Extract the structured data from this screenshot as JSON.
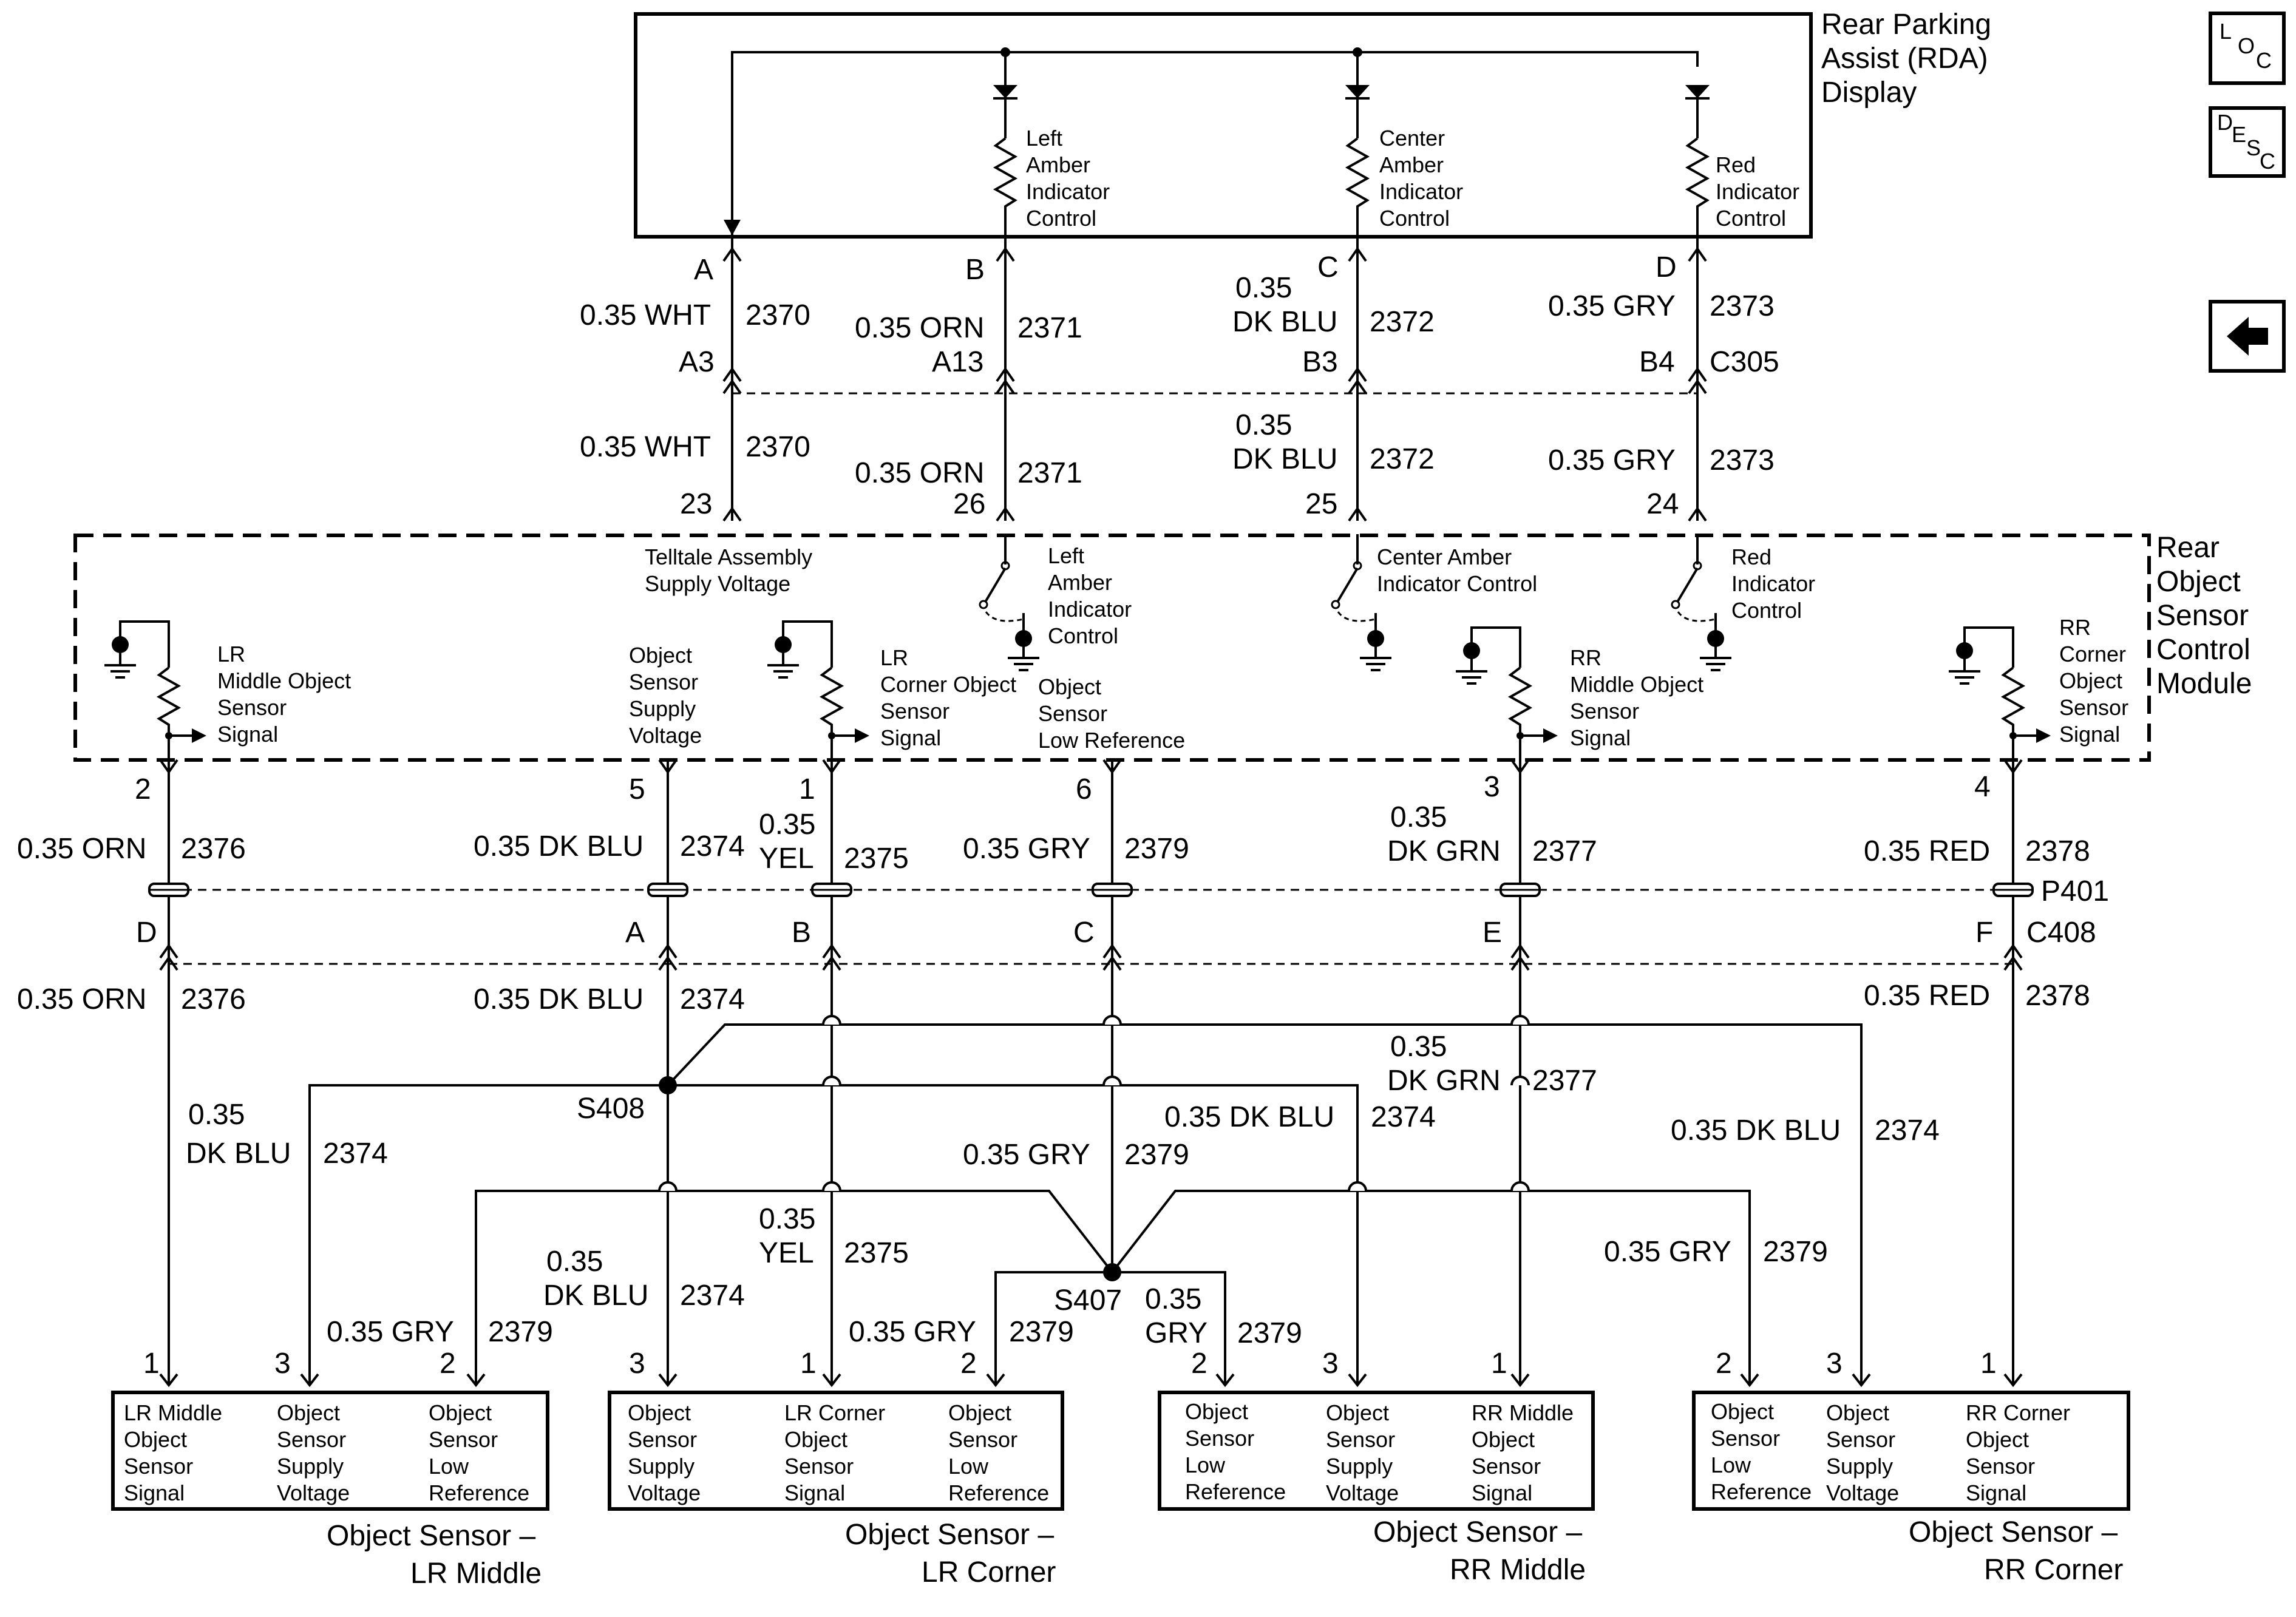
{
  "nav": {
    "loc": [
      "L",
      "O",
      "C"
    ],
    "desc": [
      "D",
      "E",
      "S",
      "C"
    ]
  },
  "rda": {
    "title": [
      "Rear Parking",
      "Assist (RDA)",
      "Display"
    ],
    "left": [
      "Left",
      "Amber",
      "Indicator",
      "Control"
    ],
    "center": [
      "Center",
      "Amber",
      "Indicator",
      "Control"
    ],
    "red": [
      "Red",
      "Indicator",
      "Control"
    ]
  },
  "upper": {
    "pins": [
      "A",
      "B",
      "C",
      "D"
    ],
    "wires_top": [
      {
        "gauge": "0.35 WHT",
        "circuit": "2370"
      },
      {
        "gauge": "0.35 ORN",
        "circuit": "2371"
      },
      {
        "gauge1": "0.35",
        "gauge2": "DK BLU",
        "circuit": "2372"
      },
      {
        "gauge": "0.35 GRY",
        "circuit": "2373"
      }
    ],
    "c305_pins": [
      "A3",
      "A13",
      "B3",
      "B4"
    ],
    "c305": "C305",
    "wires_bottom": [
      {
        "gauge": "0.35 WHT",
        "circuit": "2370"
      },
      {
        "gauge": "0.35 ORN",
        "circuit": "2371"
      },
      {
        "gauge1": "0.35",
        "gauge2": "DK BLU",
        "circuit": "2372"
      },
      {
        "gauge": "0.35 GRY",
        "circuit": "2373"
      }
    ],
    "module_pins": [
      "23",
      "26",
      "25",
      "24"
    ]
  },
  "module": {
    "title": [
      "Rear",
      "Object",
      "Sensor",
      "Control",
      "Module"
    ],
    "telltale": [
      "Telltale Assembly",
      "Supply Voltage"
    ],
    "left_amber": [
      "Left",
      "Amber",
      "Indicator",
      "Control"
    ],
    "center_amber": [
      "Center Amber",
      "Indicator Control"
    ],
    "red": [
      "Red",
      "Indicator",
      "Control"
    ],
    "lr_middle": [
      "LR",
      "Middle Object",
      "Sensor",
      "Signal"
    ],
    "supply": [
      "Object",
      "Sensor",
      "Supply",
      "Voltage"
    ],
    "lr_corner": [
      "LR",
      "Corner Object",
      "Sensor",
      "Signal"
    ],
    "low_ref": [
      "Object",
      "Sensor",
      "Low Reference"
    ],
    "rr_middle": [
      "RR",
      "Middle Object",
      "Sensor",
      "Signal"
    ],
    "rr_corner": [
      "RR",
      "Corner",
      "Object",
      "Sensor",
      "Signal"
    ]
  },
  "lower": {
    "module_pins": [
      "2",
      "5",
      "1",
      "6",
      "3",
      "4"
    ],
    "p401": "P401",
    "c408": "C408",
    "c408_pins": [
      "D",
      "A",
      "B",
      "C",
      "E",
      "F"
    ],
    "w_orn": {
      "gauge": "0.35 ORN",
      "circuit": "2376"
    },
    "w_dkblu": {
      "gauge": "0.35 DK BLU",
      "circuit": "2374"
    },
    "w_yel": {
      "gauge1": "0.35",
      "gauge2": "YEL",
      "circuit": "2375"
    },
    "w_gry": {
      "gauge": "0.35 GRY",
      "circuit": "2379"
    },
    "w_dkgrn": {
      "gauge1": "0.35",
      "gauge2": "DK GRN",
      "circuit": "2377"
    },
    "w_red": {
      "gauge": "0.35 RED",
      "circuit": "2378"
    },
    "s408": "S408",
    "s407": "S407"
  },
  "branches": {
    "lrm_dkblu": {
      "gauge1": "0.35",
      "gauge2": "DK BLU",
      "circuit": "2374"
    },
    "gry_mid": {
      "gauge": "0.35 GRY",
      "circuit": "2379"
    },
    "dkblu_rrm": {
      "gauge": "0.35 DK BLU",
      "circuit": "2374"
    },
    "dkblu_rrc": {
      "gauge": "0.35 DK BLU",
      "circuit": "2374"
    },
    "yel": {
      "gauge1": "0.35",
      "gauge2": "YEL",
      "circuit": "2375"
    },
    "lrc_dkblu": {
      "gauge1": "0.35",
      "gauge2": "DK BLU",
      "circuit": "2374"
    },
    "lrm_gry": {
      "gauge": "0.35 GRY",
      "circuit": "2379"
    },
    "lrc_gry": {
      "gauge": "0.35 GRY",
      "circuit": "2379"
    },
    "rrm_gry": {
      "gauge1": "0.35",
      "gauge2": "GRY",
      "circuit": "2379"
    },
    "rrc_gry": {
      "gauge": "0.35 GRY",
      "circuit": "2379"
    }
  },
  "sensors": [
    {
      "name": [
        "Object Sensor –",
        "LR Middle"
      ],
      "pins": [
        "1",
        "3",
        "2"
      ],
      "cells": [
        [
          "LR Middle",
          "Object",
          "Sensor",
          "Signal"
        ],
        [
          "Object",
          "Sensor",
          "Supply",
          "Voltage"
        ],
        [
          "Object",
          "Sensor",
          "Low",
          "Reference"
        ]
      ]
    },
    {
      "name": [
        "Object Sensor –",
        "LR Corner"
      ],
      "pins": [
        "3",
        "1",
        "2"
      ],
      "cells": [
        [
          "Object",
          "Sensor",
          "Supply",
          "Voltage"
        ],
        [
          "LR Corner",
          "Object",
          "Sensor",
          "Signal"
        ],
        [
          "Object",
          "Sensor",
          "Low",
          "Reference"
        ]
      ]
    },
    {
      "name": [
        "Object Sensor –",
        "RR Middle"
      ],
      "pins": [
        "2",
        "3",
        "1"
      ],
      "cells": [
        [
          "Object",
          "Sensor",
          "Low",
          "Reference"
        ],
        [
          "Object",
          "Sensor",
          "Supply",
          "Voltage"
        ],
        [
          "RR Middle",
          "Object",
          "Sensor",
          "Signal"
        ]
      ]
    },
    {
      "name": [
        "Object Sensor –",
        "RR Corner"
      ],
      "pins": [
        "2",
        "3",
        "1"
      ],
      "cells": [
        [
          "Object",
          "Sensor",
          "Low",
          "Reference"
        ],
        [
          "Object",
          "Sensor",
          "Supply",
          "Voltage"
        ],
        [
          "RR Corner",
          "Object",
          "Sensor",
          "Signal"
        ]
      ]
    }
  ]
}
